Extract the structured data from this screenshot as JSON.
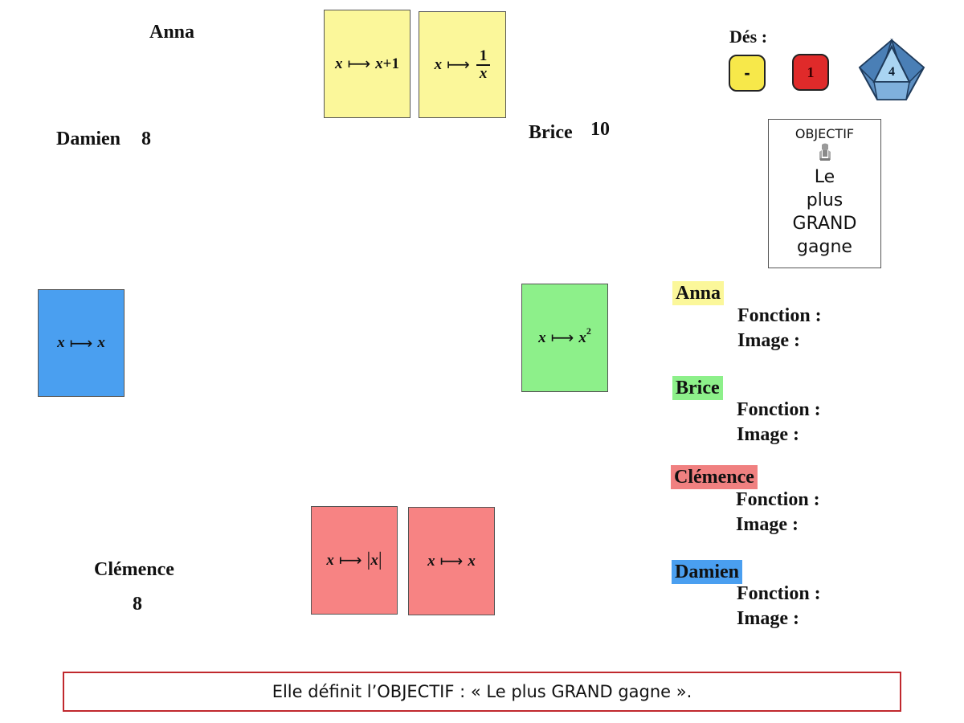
{
  "players": {
    "anna": {
      "name": "Anna"
    },
    "brice": {
      "name": "Brice",
      "score": "10"
    },
    "clemence": {
      "name": "Clémence",
      "score": "8"
    },
    "damien": {
      "name": "Damien",
      "score": "8"
    }
  },
  "cards": {
    "anna_1": {
      "var": "x",
      "arrow": "⟼",
      "rhs_var": "x",
      "rhs_op": "+1",
      "color": "#fbf79a"
    },
    "anna_2": {
      "var": "x",
      "arrow": "⟼",
      "numerator": "1",
      "denominator": "x",
      "color": "#fbf79a"
    },
    "brice_1": {
      "var": "x",
      "arrow": "⟼",
      "rhs_var": "x",
      "exponent": "2",
      "color": "#8df08a"
    },
    "clemence_1": {
      "var": "x",
      "arrow": "⟼",
      "bar_left": "|",
      "rhs_var": "x",
      "bar_right": "|",
      "color": "#f78383"
    },
    "clemence_2": {
      "var": "x",
      "arrow": "⟼",
      "rhs_var": "x",
      "color": "#f78383"
    },
    "damien_1": {
      "var": "x",
      "arrow": "⟼",
      "rhs_var": "x",
      "color": "#4a9ff0"
    }
  },
  "dice": {
    "label": "Dés :",
    "yellow": {
      "face": "-",
      "color": "#f7e84a"
    },
    "red": {
      "face": "1",
      "color": "#e02a2a"
    },
    "d8": {
      "face": "4",
      "color": "#7fb8e6",
      "icon": "octahedron-die-icon"
    }
  },
  "objective": {
    "label": "OBJECTIF",
    "icon": "pharaoh-icon",
    "text_lines": [
      "Le",
      "plus",
      "GRAND",
      "gagne"
    ]
  },
  "scoreboard": {
    "fonction_label": "Fonction :",
    "image_label": "Image :",
    "entries": [
      {
        "name": "Anna",
        "color": "#fbf79a"
      },
      {
        "name": "Brice",
        "color": "#8df08a"
      },
      {
        "name": "Clémence",
        "color": "#f08080"
      },
      {
        "name": "Damien",
        "color": "#4a9ff0"
      }
    ]
  },
  "caption": "Elle définit l’OBJECTIF : « Le plus GRAND gagne »."
}
